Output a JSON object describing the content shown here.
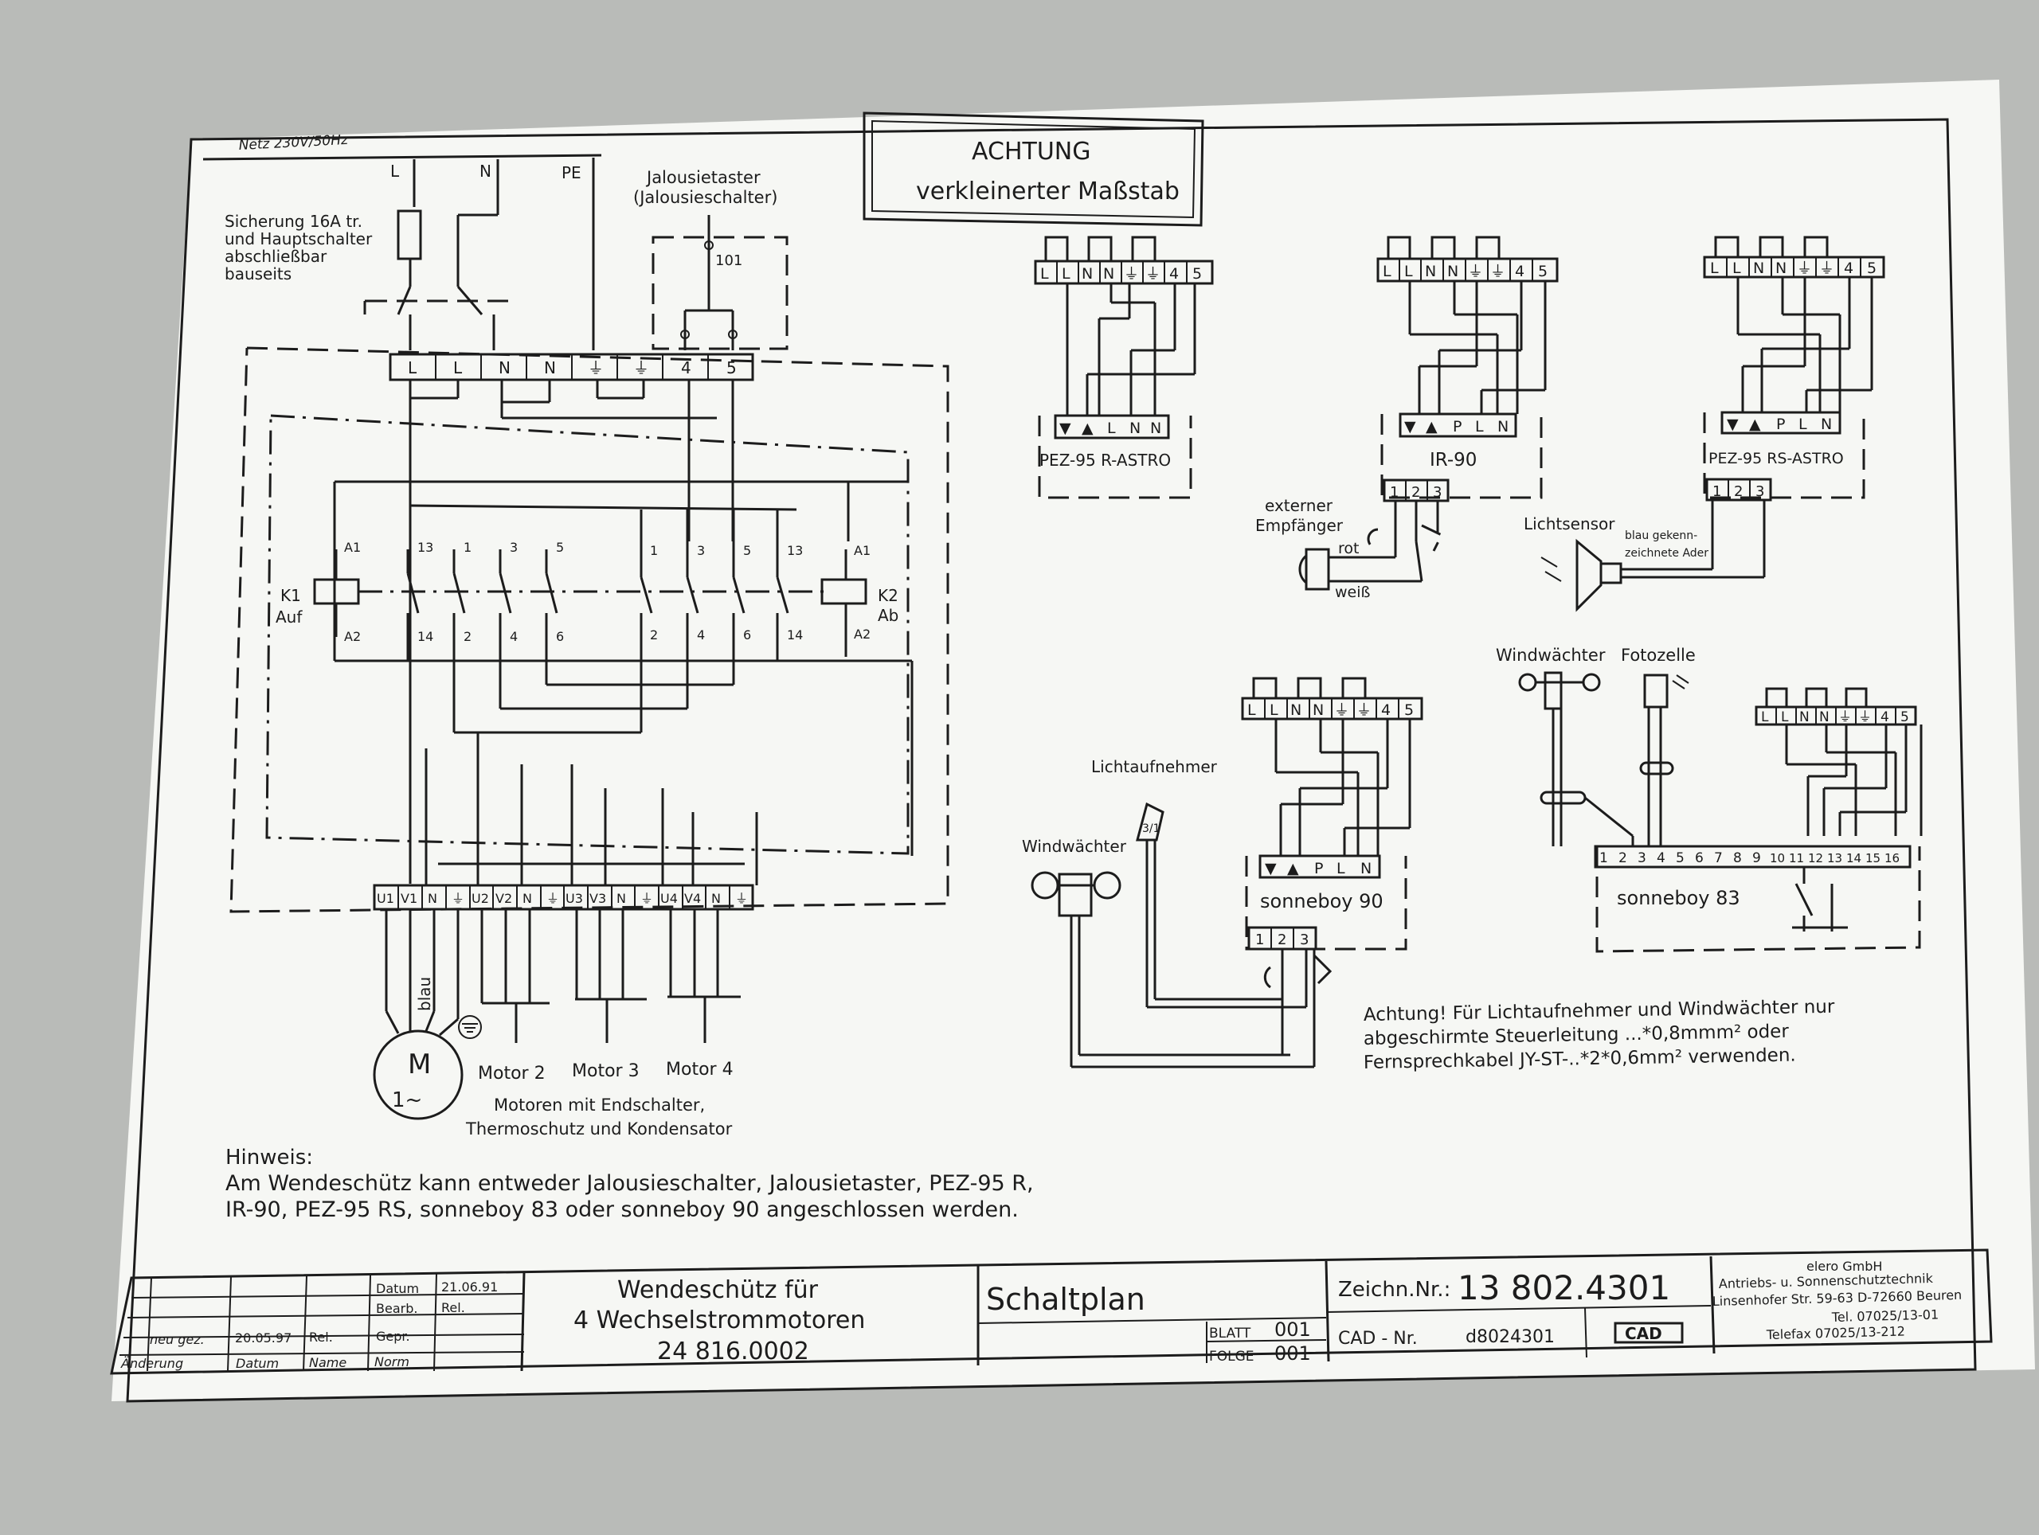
{
  "mains": {
    "supply": "Netz 230V/50Hz",
    "L": "L",
    "N": "N",
    "PE": "PE"
  },
  "fuse_note": [
    "Sicherung 16A tr.",
    "und Hauptschalter",
    "abschließbar",
    "bauseits"
  ],
  "jalousie": {
    "title": "Jalousietaster",
    "subtitle": "(Jalousieschalter)",
    "code": "101"
  },
  "achtung_box": {
    "line1": "ACHTUNG",
    "line2": "verkleinerter Maßstab"
  },
  "terminals_top": [
    "L",
    "L",
    "N",
    "N",
    "⏚",
    "⏚",
    "4",
    "5"
  ],
  "contactor_k1": {
    "name": "K1",
    "label": "Auf",
    "a1": "A1",
    "a2": "A2",
    "top": [
      "13",
      "1",
      "3",
      "5"
    ],
    "bottom": [
      "14",
      "2",
      "4",
      "6"
    ]
  },
  "contactor_k2": {
    "name": "K2",
    "label": "Ab",
    "a1": "A1",
    "a2": "A2",
    "top": [
      "1",
      "3",
      "5",
      "13"
    ],
    "bottom": [
      "2",
      "4",
      "6",
      "14"
    ]
  },
  "motor_terminals": [
    "U1",
    "V1",
    "N",
    "⏚",
    "U2",
    "V2",
    "N",
    "⏚",
    "U3",
    "V3",
    "N",
    "⏚",
    "U4",
    "V4",
    "N",
    "⏚"
  ],
  "motor": {
    "symbol": "M",
    "phase": "1~",
    "wire": "blau"
  },
  "motors": [
    "Motor 2",
    "Motor 3",
    "Motor 4"
  ],
  "motor_note": [
    "Motoren mit Endschalter,",
    "Thermoschutz und Kondensator"
  ],
  "hinweis": {
    "title": "Hinweis:",
    "line1": "Am Wendeschütz kann entweder Jalousieschalter, Jalousietaster, PEZ-95 R,",
    "line2": "IR-90, PEZ-95 RS, sonneboy 83 oder sonneboy 90 angeschlossen werden."
  },
  "terminal_strip": [
    "L",
    "L",
    "N",
    "N",
    "⏚",
    "⏚",
    "4",
    "5"
  ],
  "pez95r": {
    "name": "PEZ-95 R-ASTRO",
    "terms": [
      "▼",
      "▲",
      "L",
      "N",
      "N"
    ]
  },
  "ir90": {
    "name": "IR-90",
    "terms": [
      "▼",
      "▲",
      "P",
      "L",
      "N"
    ],
    "bottom": [
      "1",
      "2",
      "3"
    ],
    "ext": [
      "externer",
      "Empfänger"
    ],
    "rot": "rot",
    "weiss": "weiß"
  },
  "pez95rs": {
    "name": "PEZ-95 RS-ASTRO",
    "terms": [
      "▼",
      "▲",
      "P",
      "L",
      "N"
    ],
    "bottom": [
      "1",
      "2",
      "3"
    ],
    "sensor": "Lichtsensor",
    "ader": [
      "blau gekenn-",
      "zeichnete Ader"
    ]
  },
  "sonneboy90": {
    "name": "sonneboy 90",
    "terms": [
      "▼",
      "▲",
      "P",
      "L",
      "N"
    ],
    "bottom": [
      "1",
      "2",
      "3"
    ],
    "licht": "Lichtaufnehmer",
    "wind": "Windwächter",
    "code": "3/1"
  },
  "sonneboy83": {
    "name": "sonneboy 83",
    "terms": [
      "1",
      "2",
      "3",
      "4",
      "5",
      "6",
      "7",
      "8",
      "9",
      "10",
      "11",
      "12",
      "13",
      "14",
      "15",
      "16"
    ],
    "wind": "Windwächter",
    "foto": "Fotozelle"
  },
  "achtung_note": [
    "Achtung! Für Lichtaufnehmer und Windwächter nur",
    "abgeschirmte Steuerleitung ...*0,8mmm² oder",
    "Fernsprechkabel JY-ST-..*2*0,6mm² verwenden."
  ],
  "titleblock": {
    "datum_label": "Datum",
    "datum": "21.06.91",
    "bearb_label": "Bearb.",
    "bearb": "Rel.",
    "neu": "neu gez.",
    "neu_date": "20.05.97",
    "neu_name": "Rel.",
    "gepr": "Gepr.",
    "aenderung": "Änderung",
    "datum2": "Datum",
    "name": "Name",
    "norm": "Norm",
    "title1": "Wendeschütz für",
    "title2": "4 Wechselstrommotoren",
    "title3": "24 816.0002",
    "schaltplan": "Schaltplan",
    "blatt_label": "BLATT",
    "blatt": "001",
    "folge_label": "FOLGE",
    "folge": "001",
    "zeichn_label": "Zeichn.Nr.:",
    "zeichn": "13 802.4301",
    "cad_label": "CAD - Nr.",
    "cad": "d8024301",
    "cad_logo": "CAD",
    "company": [
      "elero GmbH",
      "Antriebs- u. Sonnenschutztechnik",
      "Linsenhofer Str. 59-63 D-72660 Beuren",
      "Tel. 07025/13-01",
      "Telefax 07025/13-212"
    ]
  }
}
